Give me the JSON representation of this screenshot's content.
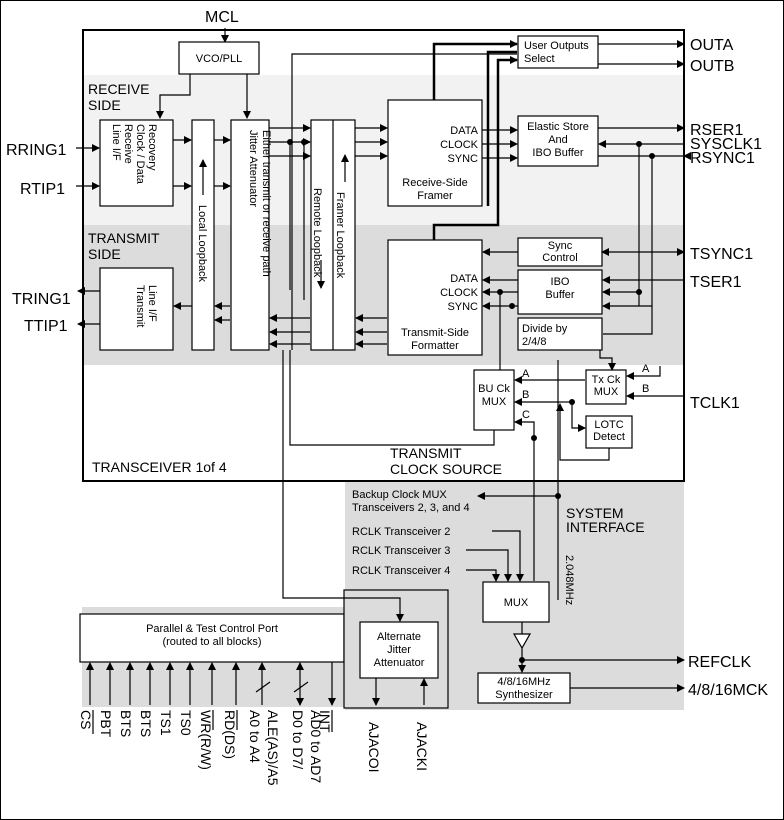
{
  "labels": {
    "mcl": "MCL",
    "vco_pll": "VCO/PLL",
    "user_outputs_select": [
      "User Outputs",
      "Select"
    ],
    "outa": "OUTA",
    "outb": "OUTB",
    "receive_side": [
      "RECEIVE",
      "SIDE"
    ],
    "transmit_side": [
      "TRANSMIT",
      "SIDE"
    ],
    "rring1": "RRING1",
    "rtip1": "RTIP1",
    "tring1": "TRING1",
    "ttip1": "TTIP1",
    "receive_line": [
      "Receive",
      "Line I/F",
      "Clock / Data",
      "Recovery"
    ],
    "transmit_line": [
      "Transmit",
      "Line I/F"
    ],
    "local_loopback": "Local Loopback",
    "jitter_attenuator": [
      "Jitter Attenuator",
      "Either transmit or receive path"
    ],
    "framer_loopback": "Framer Loopback",
    "remote_loopback": "Remote Loopback",
    "rx_data": "DATA",
    "rx_clock": "CLOCK",
    "rx_sync": "SYNC",
    "receive_side_framer": [
      "Receive-Side",
      "Framer"
    ],
    "elastic_store": [
      "Elastic Store",
      "And",
      "IBO Buffer"
    ],
    "rser1": "RSER1",
    "sysclk1": "SYSCLK1",
    "rsync1": "RSYNC1",
    "sync_control": [
      "Sync",
      "Control"
    ],
    "tsync1": "TSYNC1",
    "ibo_buffer": [
      "IBO",
      "Buffer"
    ],
    "tser1": "TSER1",
    "tx_data": "DATA",
    "tx_clock": "CLOCK",
    "tx_sync": "SYNC",
    "transmit_side_formatter": [
      "Transmit-Side",
      "Formatter"
    ],
    "divide_by": [
      "Divide by",
      "2/4/8"
    ],
    "bu_ck_mux": [
      "BU Ck",
      "MUX"
    ],
    "mux_a": "A",
    "mux_b": "B",
    "mux_c": "C",
    "tx_ck_mux": [
      "Tx Ck",
      "MUX"
    ],
    "tx_a": "A",
    "tx_b": "B",
    "tclk1": "TCLK1",
    "lotc_detect": [
      "LOTC",
      "Detect"
    ],
    "transmit_clock_source": [
      "TRANSMIT",
      "CLOCK SOURCE"
    ],
    "transceiver": "TRANSCEIVER 1of 4",
    "backup_clock_mux": [
      "Backup Clock MUX",
      "Transceivers 2, 3, and 4"
    ],
    "system_interface": [
      "SYSTEM",
      "INTERFACE"
    ],
    "rclk2": "RCLK Transceiver 2",
    "rclk3": "RCLK Transceiver 3",
    "rclk4": "RCLK Transceiver 4",
    "freq_2048": "2.048MHz",
    "mux": "MUX",
    "refclk": "REFCLK",
    "synthesizer": [
      "4/8/16MHz",
      "Synthesizer"
    ],
    "mck": "4/8/16MCK",
    "parallel_port": [
      "Parallel & Test Control Port",
      "(routed to all blocks)"
    ],
    "alt_jitter": [
      "Alternate",
      "Jitter",
      "Attenuator"
    ],
    "ajacoi": "AJACOI",
    "ajacki": "AJACKI",
    "pins": [
      "CS",
      "PBT",
      "BTS",
      "BTS",
      "TS1",
      "TS0",
      "WR(R/W)",
      "RD(DS)",
      "A0 to A4",
      "ALE(AS)/A5",
      "D0 to D7/",
      "AD0 to AD7",
      "INT"
    ]
  }
}
